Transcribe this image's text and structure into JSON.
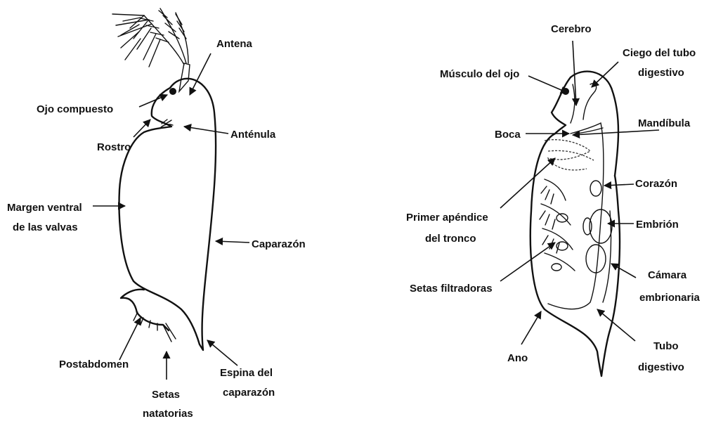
{
  "left_diagram": {
    "labels": {
      "antena": "Antena",
      "ojo_compuesto": "Ojo compuesto",
      "rostro": "Rostro",
      "antenula": "Anténula",
      "margen_ventral_1": "Margen ventral",
      "margen_ventral_2": "de las valvas",
      "caparazon": "Caparazón",
      "postabdomen": "Postabdomen",
      "espina_1": "Espina del",
      "espina_2": "caparazón",
      "setas_natatorias_1": "Setas",
      "setas_natatorias_2": "natatorias"
    }
  },
  "right_diagram": {
    "labels": {
      "cerebro": "Cerebro",
      "ciego_1": "Ciego del tubo",
      "ciego_2": "digestivo",
      "musculo_ojo": "Músculo del ojo",
      "mandibula": "Mandíbula",
      "boca": "Boca",
      "corazon": "Corazón",
      "primer_apendice_1": "Primer apéndice",
      "primer_apendice_2": "del tronco",
      "embrion": "Embrión",
      "setas_filtradoras": "Setas filtradoras",
      "camara_1": "Cámara",
      "camara_2": "embrionaria",
      "tubo_1": "Tubo",
      "tubo_2": "digestivo",
      "ano": "Ano"
    }
  }
}
